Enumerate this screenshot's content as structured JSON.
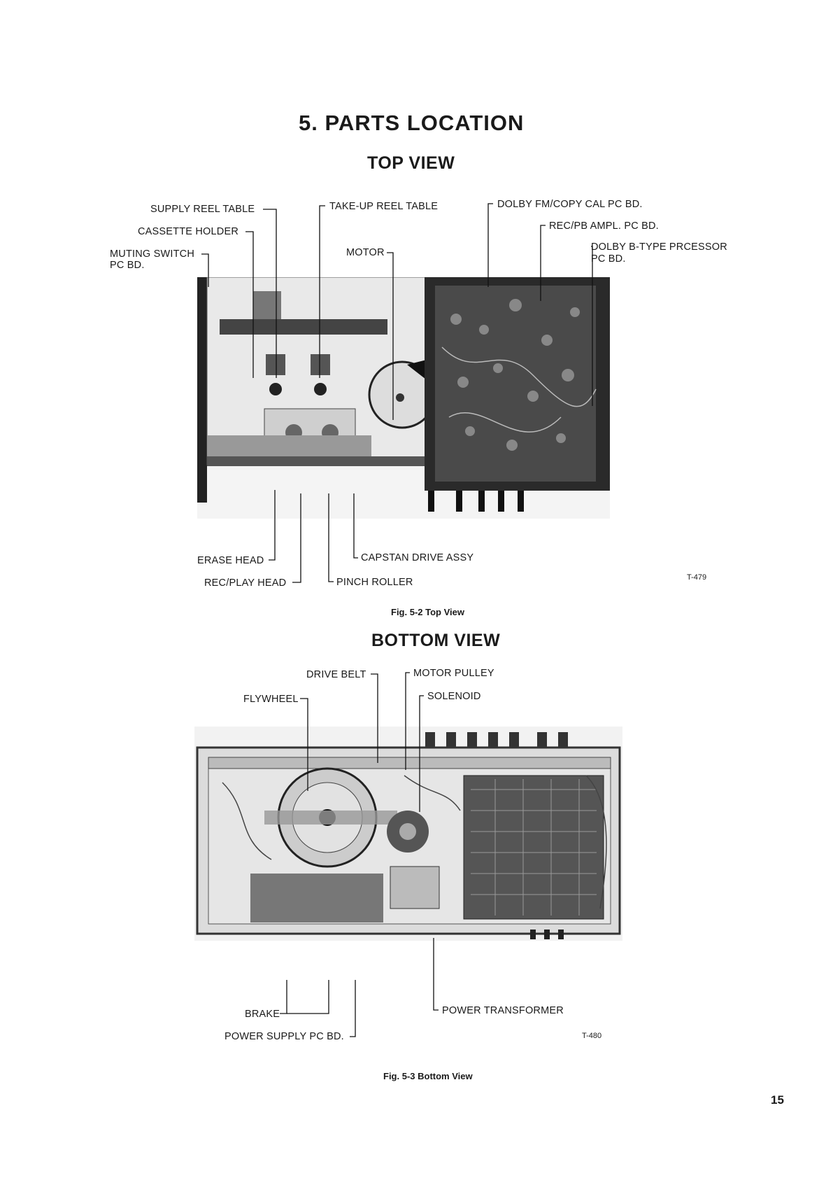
{
  "page": {
    "title": "5. PARTS LOCATION",
    "page_number": "15"
  },
  "top_view": {
    "heading": "TOP VIEW",
    "labels": {
      "supply_reel_table": "SUPPLY REEL TABLE",
      "cassette_holder": "CASSETTE HOLDER",
      "muting_switch_line1": "MUTING SWITCH",
      "muting_switch_line2": "PC BD.",
      "take_up_reel_table": "TAKE-UP REEL TABLE",
      "motor": "MOTOR",
      "dolby_fm_copy_cal": "DOLBY FM/COPY CAL PC BD.",
      "rec_pb_ampl": "REC/PB AMPL. PC BD.",
      "dolby_b_line1": "DOLBY B-TYPE PRCESSOR",
      "dolby_b_line2": "PC BD.",
      "erase_head": "ERASE HEAD",
      "rec_play_head": "REC/PLAY HEAD",
      "capstan_drive_assy": "CAPSTAN DRIVE ASSY",
      "pinch_roller": "PINCH ROLLER"
    },
    "figure_code": "T-479",
    "caption": "Fig. 5-2 Top View"
  },
  "bottom_view": {
    "heading": "BOTTOM VIEW",
    "labels": {
      "drive_belt": "DRIVE BELT",
      "motor_pulley": "MOTOR PULLEY",
      "flywheel": "FLYWHEEL",
      "solenoid": "SOLENOID",
      "brake": "BRAKE",
      "power_supply_pc_bd": "POWER SUPPLY PC BD.",
      "power_transformer": "POWER TRANSFORMER"
    },
    "figure_code": "T-480",
    "caption": "Fig. 5-3 Bottom View"
  }
}
